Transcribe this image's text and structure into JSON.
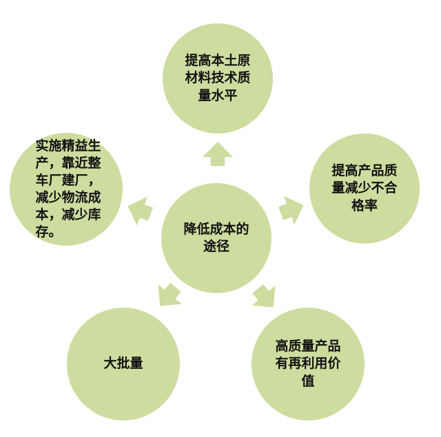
{
  "diagram": {
    "center": "降低成本的\n途径",
    "nodes": {
      "top": "提高本土原\n材料技术质\n量水平",
      "right": "提高产品质\n量减少不合\n格率",
      "left": "实施精益生\n产，靠近整\n车厂建厂，\n减少物流成\n本，减少库\n存。",
      "bottom_left": "大批量",
      "bottom_right": "高质量产品\n有再利用价\n值"
    },
    "colors": {
      "node_fill": "#cddc9f",
      "arrow_fill": "#cddc9f",
      "text": "#111111"
    }
  }
}
